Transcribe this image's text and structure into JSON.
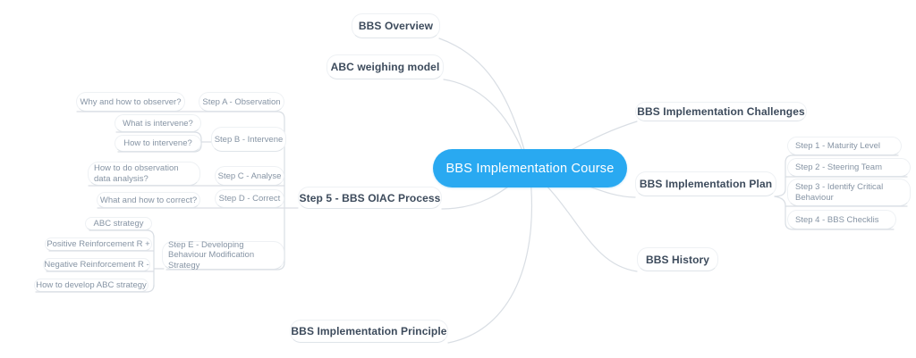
{
  "colors": {
    "center_bg": "#29a9f1",
    "center_text": "#ffffff",
    "branch_line": "#d9dee4",
    "main_topic_text": "#3d4b5c",
    "sub_topic_text": "#8694a4"
  },
  "map": {
    "center": {
      "label": "BBS Implementation Course"
    },
    "topics": {
      "overview": {
        "label": "BBS Overview"
      },
      "abc_model": {
        "label": "ABC weighing model"
      },
      "challenges": {
        "label": "BBS Implementation Challenges"
      },
      "plan": {
        "label": "BBS Implementation Plan",
        "steps": [
          {
            "label": "Step 1 - Maturity Level"
          },
          {
            "label": "Step 2 - Steering Team"
          },
          {
            "label": "Step 3 - Identify Critical Behaviour"
          },
          {
            "label": "Step 4 - BBS Checklis"
          }
        ]
      },
      "history": {
        "label": "BBS History"
      },
      "principle": {
        "label": "BBS Implementation Principle"
      },
      "oiac": {
        "label": "Step 5 - BBS OIAC Process",
        "steps": [
          {
            "label": "Step A - Observation",
            "questions": [
              "Why and how to observer?"
            ]
          },
          {
            "label": "Step B - Intervene",
            "questions": [
              "What is intervene?",
              "How to intervene?"
            ]
          },
          {
            "label": "Step C - Analyse",
            "questions": [
              "How to do observation data analysis?"
            ]
          },
          {
            "label": "Step D - Correct",
            "questions": [
              "What and how to correct?"
            ]
          },
          {
            "label": "Step E - Developing Behaviour Modification Strategy",
            "questions": [
              "ABC strategy",
              "Positive Reinforcement R +",
              "Negative Reinforcement R -",
              "How to develop ABC strategy"
            ]
          }
        ]
      }
    }
  }
}
